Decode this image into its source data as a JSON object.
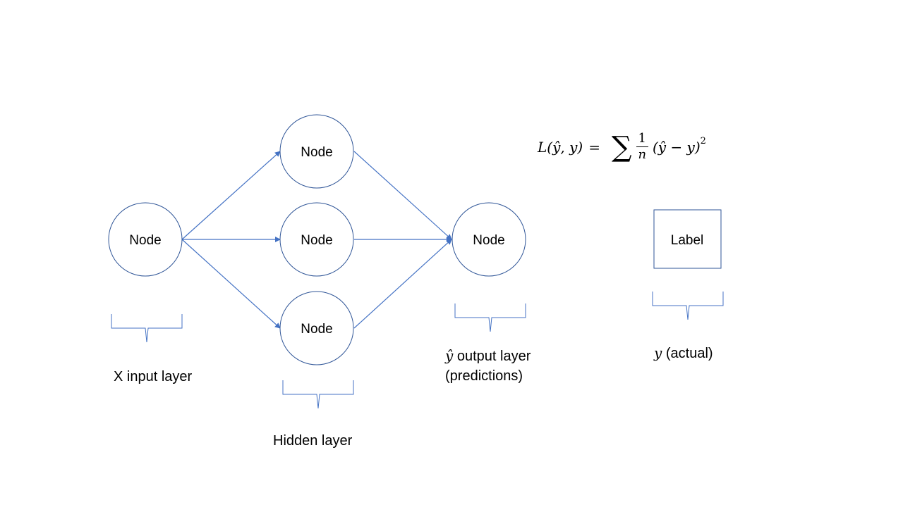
{
  "nodes": {
    "input": "Node",
    "hidden_top": "Node",
    "hidden_middle": "Node",
    "hidden_bottom": "Node",
    "output": "Node"
  },
  "label_box": "Label",
  "captions": {
    "input_layer": "X input layer",
    "hidden_layer": "Hidden layer",
    "output_symbol": "ŷ",
    "output_layer": "output layer",
    "output_sub": "(predictions)",
    "actual_symbol": "y",
    "actual_text": "(actual)"
  },
  "formula": {
    "lhs_func": "L",
    "lhs_args": "(ŷ, y)",
    "equals": "=",
    "sum": "∑",
    "frac_num": "1",
    "frac_den": "n",
    "term": "(ŷ − y)",
    "exponent": "2"
  },
  "colors": {
    "stroke": "#2F5597",
    "arrow": "#4472C4"
  }
}
